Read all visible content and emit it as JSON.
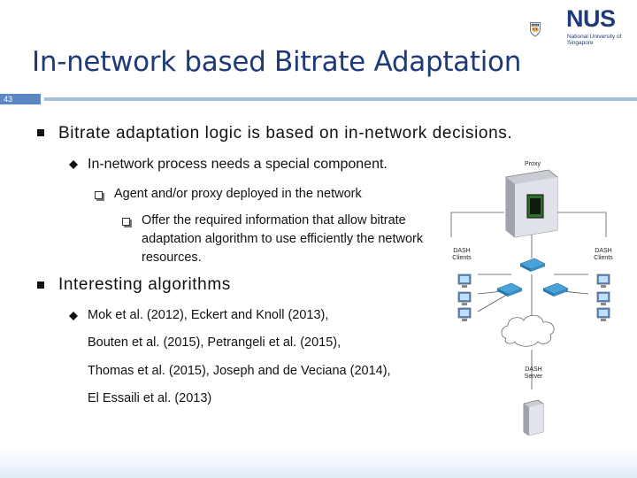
{
  "header": {
    "title": "In-network based Bitrate Adaptation",
    "slide_number": "43"
  },
  "logo": {
    "name": "NUS",
    "subtitle": "National University of Singapore"
  },
  "bullets": {
    "b1": "Bitrate adaptation logic is based on in-network decisions.",
    "b1_1": "In-network process needs a special component.",
    "b1_1_1": "Agent and/or proxy deployed in the network",
    "b1_1_1_1": "Offer the required information that allow bitrate adaptation algorithm to use efficiently the network resources.",
    "b2": "Interesting algorithms",
    "b2_1_lines": [
      "Mok et al. (2012), Eckert and Knoll (2013),",
      "Bouten et al. (2015), Petrangeli et al. (2015),",
      "Thomas et al. (2015), Joseph and de Veciana (2014),",
      "El Essaili et al. (2013)"
    ]
  },
  "diagram": {
    "proxy_label": "Proxy",
    "clients_left_label": "DASH Clients",
    "clients_right_label": "DASH Clients",
    "server_label": "DASH Server"
  },
  "colors": {
    "title": "#1f3a78",
    "accent_bar": "#5b87c4",
    "rule": "#a6bcdc"
  }
}
